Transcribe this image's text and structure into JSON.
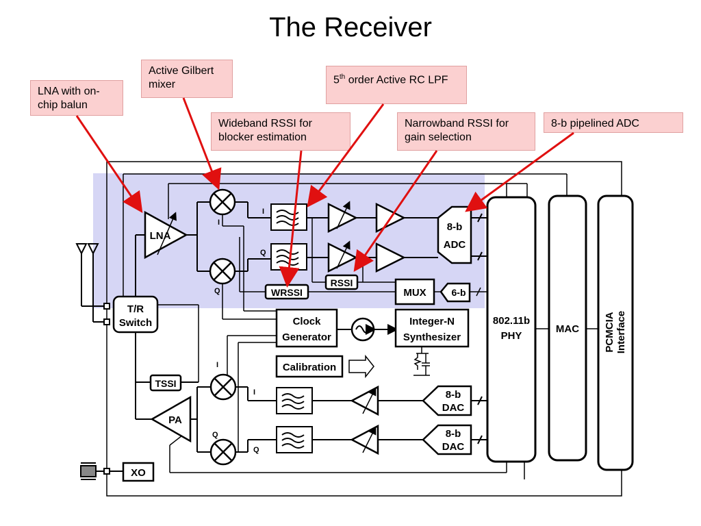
{
  "title": "The Receiver",
  "callouts": {
    "lna": "LNA with on-chip balun",
    "mixer": "Active Gilbert mixer",
    "wrssi": "Wideband RSSI for blocker estimation",
    "lpf_sup": "th",
    "lpf_rest": "order Active RC LPF",
    "lpf_num": "5",
    "nrssi": "Narrowband RSSI for gain selection",
    "adc": "8-b pipelined ADC"
  },
  "blocks": {
    "lna": "LNA",
    "tr1": "T/R",
    "tr2": "Switch",
    "adc1": "8-b",
    "adc2": "ADC",
    "six_b": "6-b",
    "mux": "MUX",
    "wrssi": "WRSSI",
    "rssi": "RSSI",
    "clock1": "Clock",
    "clock2": "Generator",
    "synth1": "Integer-N",
    "synth2": "Synthesizer",
    "calibration": "Calibration",
    "phy1": "802.11b",
    "phy2": "PHY",
    "mac": "MAC",
    "pcmcia1": "PCMCIA",
    "pcmcia2": "Interface",
    "tssi": "TSSI",
    "pa": "PA",
    "dac1a": "8-b",
    "dac1b": "DAC",
    "dac2a": "8-b",
    "dac2b": "DAC",
    "xo": "XO"
  },
  "labels": {
    "i": "I",
    "q": "Q"
  },
  "colors": {
    "highlight": "#d6d6f5",
    "callout": "#fbd0d0",
    "arrow": "#e01010"
  }
}
